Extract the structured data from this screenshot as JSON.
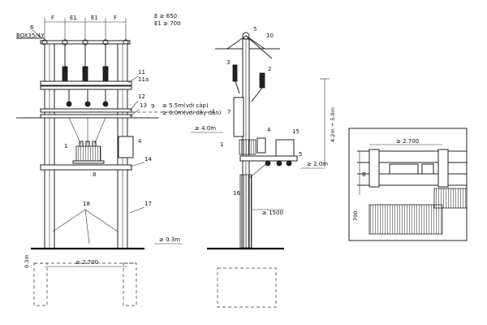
{
  "labels": {
    "e_min": "E ≥ 650",
    "e1_min": "E1 ≥ 700",
    "top_f_left": "F",
    "top_e1_a": "E1",
    "top_e1_b": "E1",
    "top_f_right": "F",
    "ground_wire": "BOX35/4Y",
    "clear_cable": "≥ 5.5m(với cáp)",
    "clear_bare": "≥ 6.0m(với dây dẫn)",
    "clear_4m": "≥ 4.0m",
    "clear_03": "≥ 0.3m",
    "depth_left": "0.3m",
    "width_2700_left": "≥ 2.700",
    "height_right": "4.2m ÷ 5.0m",
    "clear_2m": "≥ 2.0m",
    "dist_1500": "≥ 1500",
    "width_2700_plan": "≥ 2.700",
    "plan_700": "700",
    "plan_b": "B"
  },
  "callouts_front": [
    "6",
    "11",
    "11a",
    "12",
    "13",
    "9",
    "1",
    "4",
    "14",
    "8",
    "17",
    "18"
  ],
  "callouts_side": [
    "5",
    "10",
    "3",
    "2",
    "7",
    "4",
    "15",
    "1",
    "5",
    "16"
  ]
}
